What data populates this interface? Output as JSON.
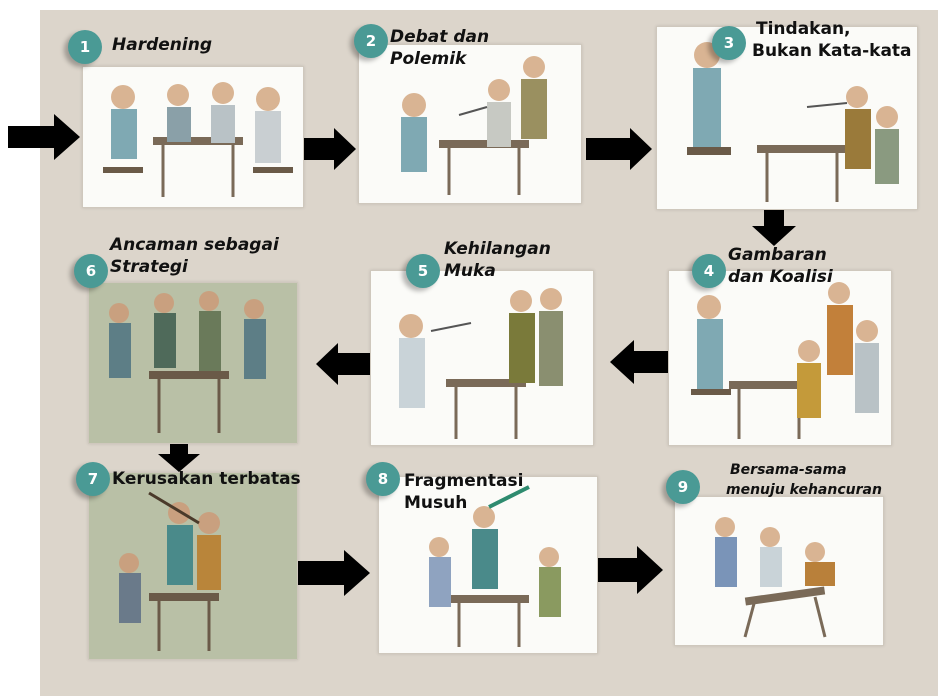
{
  "colors": {
    "background": "#dcd5cb",
    "badge": "#4a9a95",
    "arrow": "#000000"
  },
  "stages": [
    {
      "number": "1",
      "lines": [
        "Hardening"
      ]
    },
    {
      "number": "2",
      "lines": [
        "Debat dan",
        "Polemik"
      ]
    },
    {
      "number": "3",
      "lines": [
        "Tindakan,",
        "Bukan Kata-kata"
      ]
    },
    {
      "number": "4",
      "lines": [
        "Gambaran",
        "dan Koalisi"
      ]
    },
    {
      "number": "5",
      "lines": [
        "Kehilangan",
        "Muka"
      ]
    },
    {
      "number": "6",
      "lines": [
        "Ancaman sebagai",
        "Strategi"
      ]
    },
    {
      "number": "7",
      "lines": [
        "Kerusakan terbatas"
      ]
    },
    {
      "number": "8",
      "lines": [
        "Fragmentasi",
        "Musuh"
      ]
    },
    {
      "number": "9",
      "lines": [
        "Bersama-sama",
        "menuju kehancuran"
      ]
    }
  ]
}
